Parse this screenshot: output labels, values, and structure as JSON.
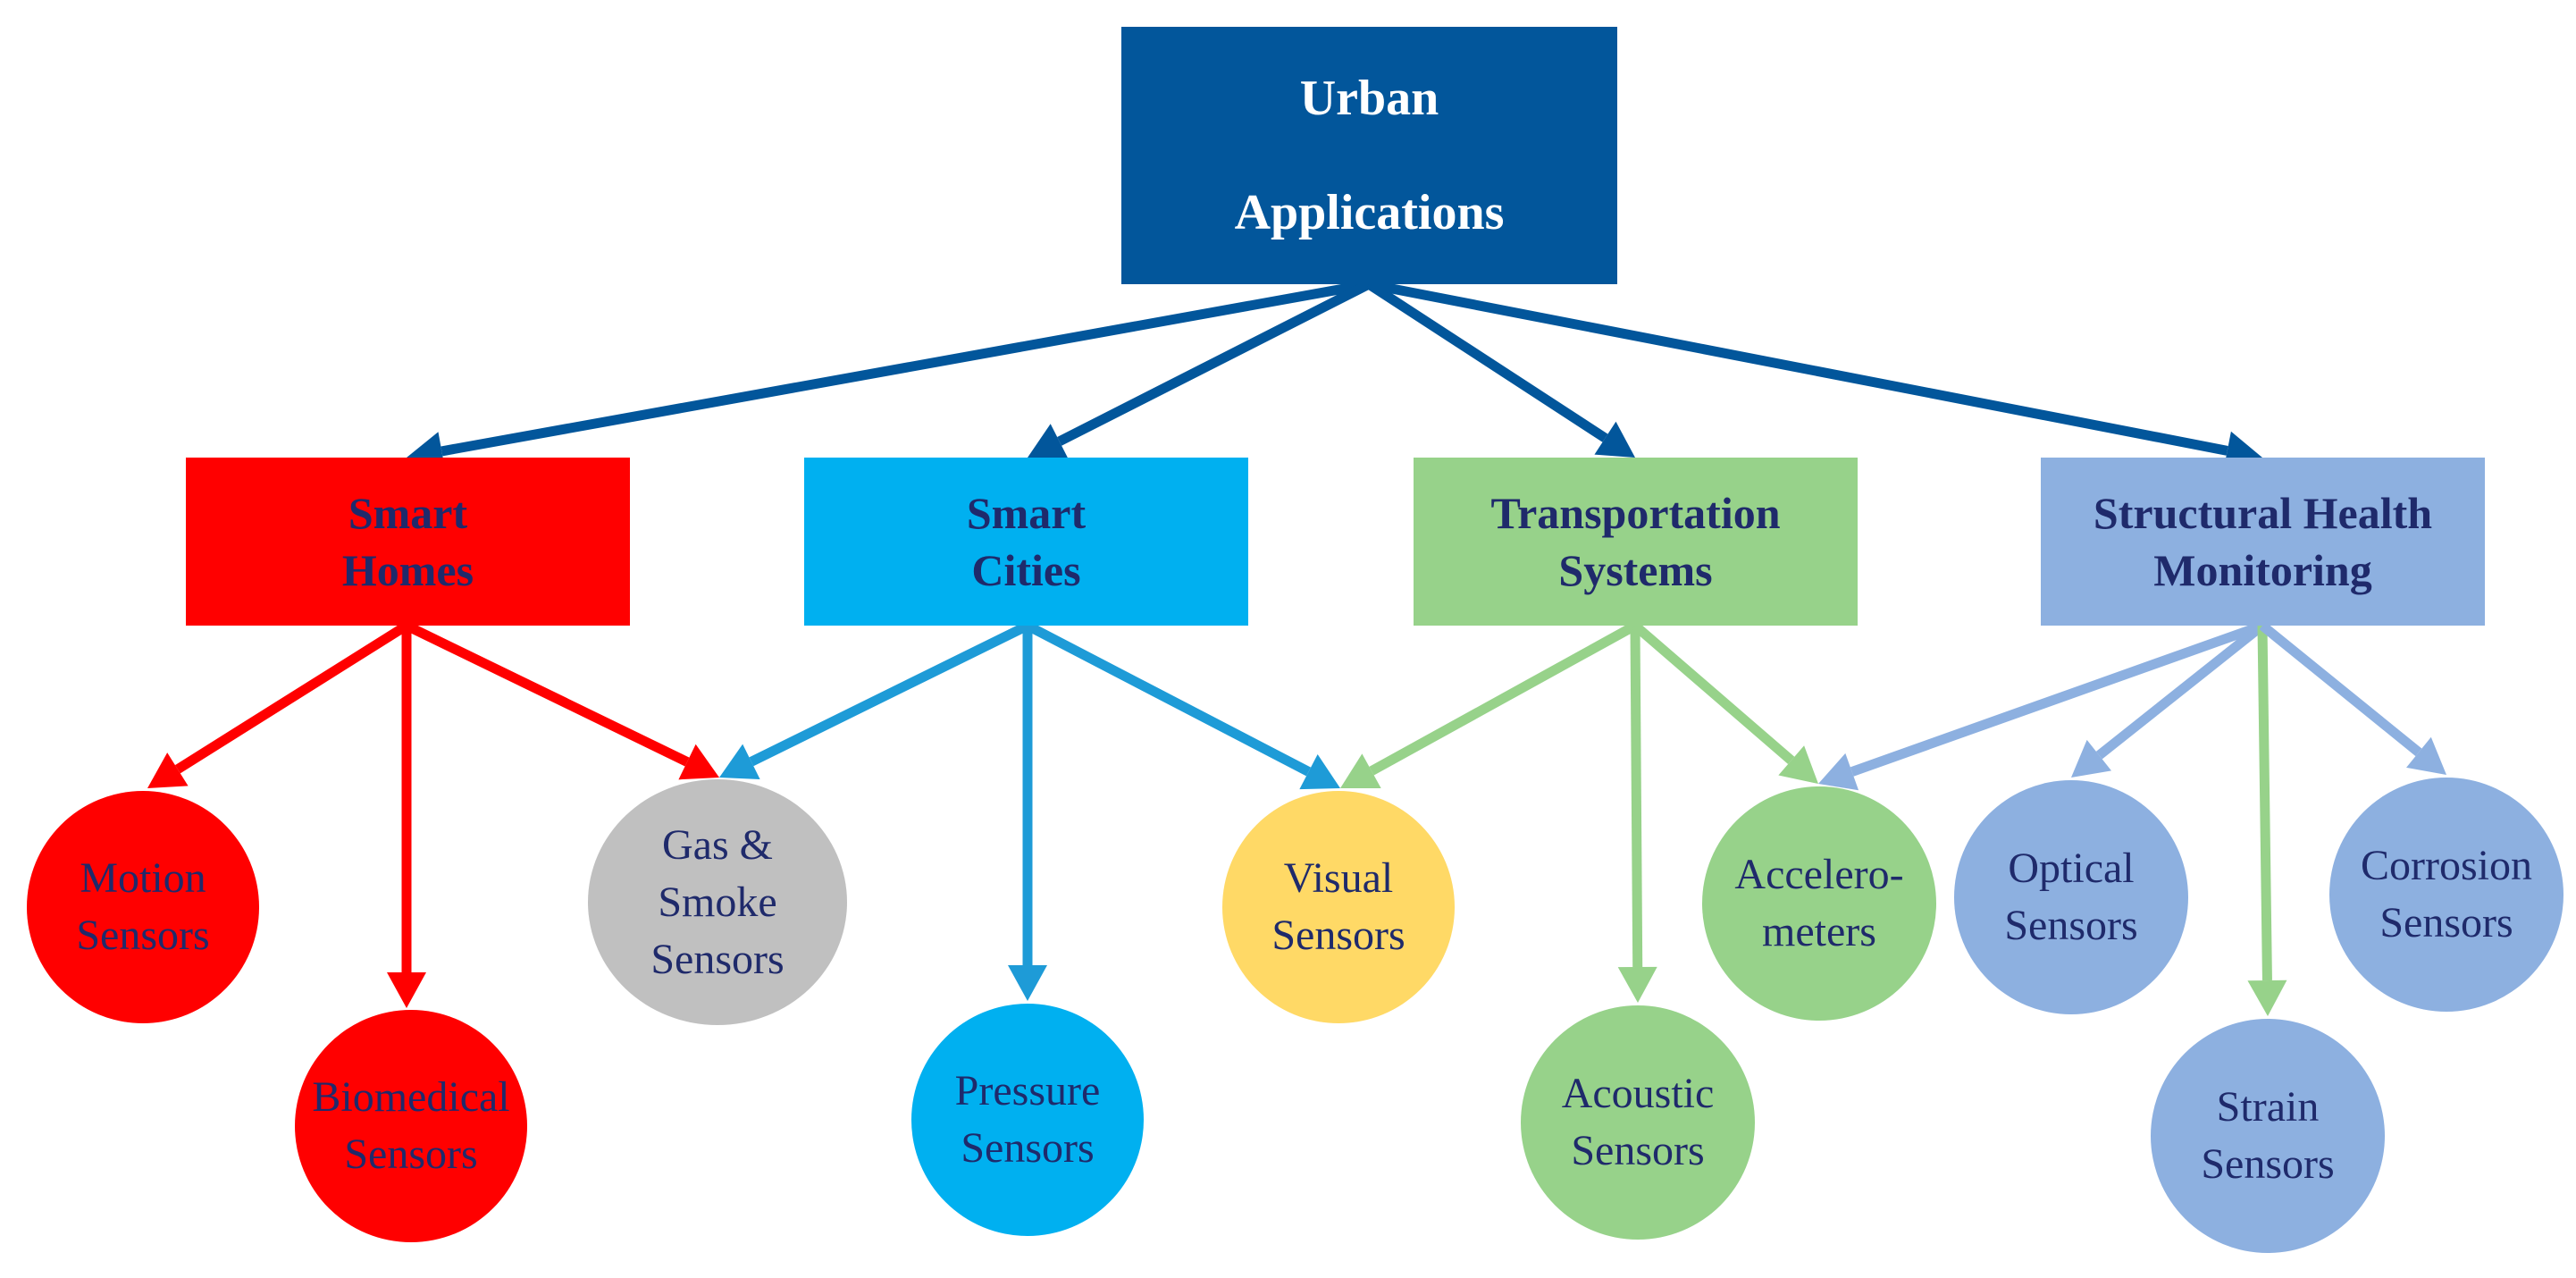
{
  "root": {
    "lines": [
      "Urban",
      "Applications"
    ],
    "color": "#02569b",
    "text_color": "#ffffff"
  },
  "categories": [
    {
      "id": "smart-homes",
      "lines": [
        "Smart",
        "Homes"
      ],
      "color": "#ff0000",
      "text_color": "#1f2a6b",
      "arrow_color": "#ff0000"
    },
    {
      "id": "smart-cities",
      "lines": [
        "Smart",
        "Cities"
      ],
      "color": "#00b0f0",
      "text_color": "#1f2a6b",
      "arrow_color": "#1e9bd7"
    },
    {
      "id": "transportation-systems",
      "lines": [
        "Transportation",
        "Systems"
      ],
      "color": "#97d28a",
      "text_color": "#1f2a6b",
      "arrow_color": "#97d28a"
    },
    {
      "id": "structural-health-monitoring",
      "lines": [
        "Structural Health",
        "Monitoring"
      ],
      "color": "#8db0e0",
      "text_color": "#1f2a6b",
      "arrow_color": "#8db0e0"
    }
  ],
  "sensors": [
    {
      "id": "motion",
      "lines": [
        "Motion",
        "Sensors"
      ],
      "color": "#ff0000"
    },
    {
      "id": "biomedical",
      "lines": [
        "Biomedical",
        "Sensors"
      ],
      "color": "#ff0000"
    },
    {
      "id": "gas",
      "lines": [
        "Gas &",
        "Smoke",
        "Sensors"
      ],
      "color": "#c0c0c0"
    },
    {
      "id": "pressure",
      "lines": [
        "Pressure",
        "Sensors"
      ],
      "color": "#00b0f0"
    },
    {
      "id": "visual",
      "lines": [
        "Visual",
        "Sensors"
      ],
      "color": "#ffd966"
    },
    {
      "id": "acoustic",
      "lines": [
        "Acoustic",
        "Sensors"
      ],
      "color": "#97d28a"
    },
    {
      "id": "accel",
      "lines": [
        "Accelero-",
        "meters"
      ],
      "color": "#97d28a"
    },
    {
      "id": "optical",
      "lines": [
        "Optical",
        "Sensors"
      ],
      "color": "#8db0e0"
    },
    {
      "id": "strain",
      "lines": [
        "Strain",
        "Sensors"
      ],
      "color": "#8db0e0"
    },
    {
      "id": "corrosion",
      "lines": [
        "Corrosion",
        "Sensors"
      ],
      "color": "#8db0e0"
    }
  ],
  "links": [
    {
      "from": "root",
      "to": "smart-homes",
      "color": "#02569b"
    },
    {
      "from": "root",
      "to": "smart-cities",
      "color": "#02569b"
    },
    {
      "from": "root",
      "to": "transportation-systems",
      "color": "#02569b"
    },
    {
      "from": "root",
      "to": "structural-health-monitoring",
      "color": "#02569b"
    },
    {
      "from": "smart-homes",
      "to": "motion",
      "color": "#ff0000"
    },
    {
      "from": "smart-homes",
      "to": "biomedical",
      "color": "#ff0000"
    },
    {
      "from": "smart-homes",
      "to": "gas",
      "color": "#ff0000"
    },
    {
      "from": "smart-cities",
      "to": "gas",
      "color": "#1e9bd7"
    },
    {
      "from": "smart-cities",
      "to": "pressure",
      "color": "#1e9bd7"
    },
    {
      "from": "smart-cities",
      "to": "visual",
      "color": "#1e9bd7"
    },
    {
      "from": "transportation-systems",
      "to": "visual",
      "color": "#97d28a"
    },
    {
      "from": "transportation-systems",
      "to": "acoustic",
      "color": "#97d28a"
    },
    {
      "from": "transportation-systems",
      "to": "accel",
      "color": "#97d28a"
    },
    {
      "from": "structural-health-monitoring",
      "to": "accel",
      "color": "#8db0e0"
    },
    {
      "from": "structural-health-monitoring",
      "to": "optical",
      "color": "#8db0e0"
    },
    {
      "from": "structural-health-monitoring",
      "to": "strain",
      "color": "#97d28a"
    },
    {
      "from": "structural-health-monitoring",
      "to": "corrosion",
      "color": "#8db0e0"
    }
  ]
}
